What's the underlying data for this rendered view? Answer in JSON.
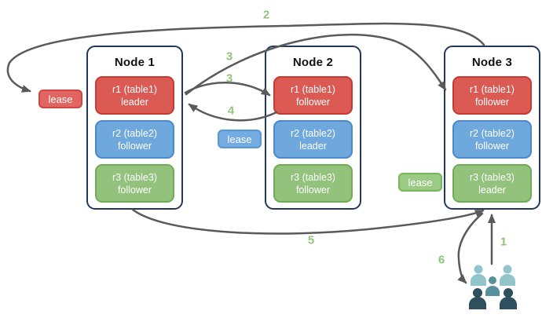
{
  "nodes": [
    {
      "title": "Node 1",
      "replicas": [
        {
          "name": "r1 (table1)",
          "role": "leader",
          "color": "#DB5A54"
        },
        {
          "name": "r2 (table2)",
          "role": "follower",
          "color": "#6FA8DC"
        },
        {
          "name": "r3 (table3)",
          "role": "follower",
          "color": "#92C27C"
        }
      ]
    },
    {
      "title": "Node 2",
      "replicas": [
        {
          "name": "r1 (table1)",
          "role": "follower",
          "color": "#DB5A54"
        },
        {
          "name": "r2 (table2)",
          "role": "leader",
          "color": "#6FA8DC"
        },
        {
          "name": "r3 (table3)",
          "role": "follower",
          "color": "#92C27C"
        }
      ]
    },
    {
      "title": "Node 3",
      "replicas": [
        {
          "name": "r1 (table1)",
          "role": "follower",
          "color": "#DB5A54"
        },
        {
          "name": "r2 (table2)",
          "role": "follower",
          "color": "#6FA8DC"
        },
        {
          "name": "r3 (table3)",
          "role": "leader",
          "color": "#92C27C"
        }
      ]
    }
  ],
  "leases": [
    {
      "label": "lease",
      "color": "#E16560"
    },
    {
      "label": "lease",
      "color": "#74ACE1"
    },
    {
      "label": "lease",
      "color": "#9BCA84"
    }
  ],
  "steps": {
    "s1": "1",
    "s2": "2",
    "s3a": "3",
    "s3b": "3",
    "s4": "4",
    "s5": "5",
    "s6": "6"
  },
  "icons": {
    "users": "users-group-icon"
  },
  "palette": {
    "node_border": "#24385B",
    "arrow": "#5A5A5A",
    "step_label": "#93C47D",
    "users_back": "#92C5CB",
    "users_middle": "#55919B",
    "users_front": "#2E4F5E",
    "background": "#FFFFFF"
  }
}
